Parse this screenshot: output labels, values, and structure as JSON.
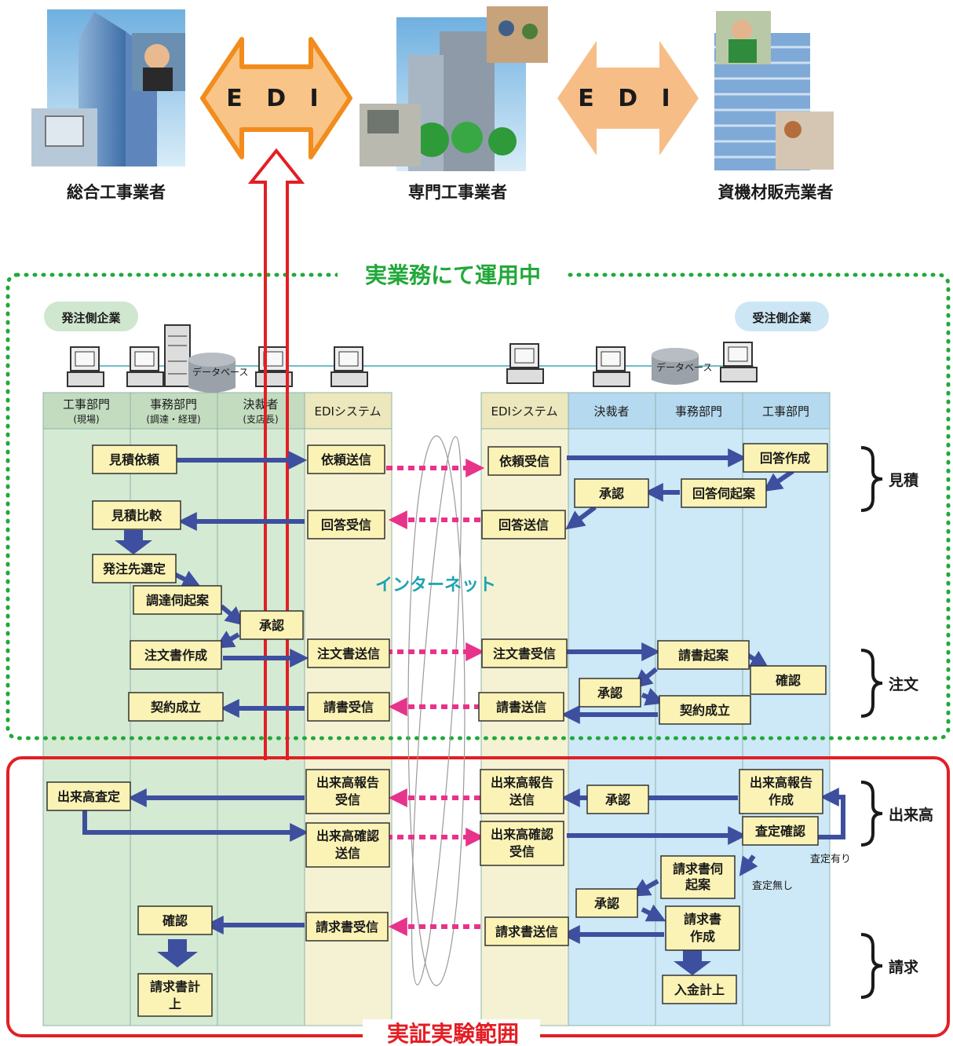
{
  "top": {
    "edi_left": "E D I",
    "edi_right": "E D I",
    "party_general": "総合工事業者",
    "party_specialist": "専門工事業者",
    "party_materials": "資機材販売業者"
  },
  "regions": {
    "operating_label": "実業務にて運用中",
    "experiment_label": "実証実験範囲",
    "orderer_label": "発注側企業",
    "receiver_label": "受注側企業",
    "database_left": "データベース",
    "database_right": "データベース",
    "internet_label": "インターネット"
  },
  "lanes": {
    "left": [
      {
        "title": "工事部門",
        "sub": "(現場)"
      },
      {
        "title": "事務部門",
        "sub": "(調達・経理)"
      },
      {
        "title": "決裁者",
        "sub": "(支店長)"
      },
      {
        "title": "EDIシステム",
        "sub": ""
      }
    ],
    "right": [
      {
        "title": "EDIシステム"
      },
      {
        "title": "決裁者"
      },
      {
        "title": "事務部門"
      },
      {
        "title": "工事部門"
      }
    ]
  },
  "boxes": {
    "mitsumori_irai": "見積依頼",
    "irai_soushin": "依頼送信",
    "irai_jushin": "依頼受信",
    "kaitou_sakusei": "回答作成",
    "shounin_1": "承認",
    "kaitou_ukagai": "回答伺起案",
    "mitsumori_hikaku": "見積比較",
    "kaitou_jushin": "回答受信",
    "kaitou_soushin": "回答送信",
    "hacchusaki": "発注先選定",
    "choutatsu_ukagai": "調達伺起案",
    "shounin_2": "承認",
    "chuumonsho_sakusei": "注文書作成",
    "chuumonsho_soushin": "注文書送信",
    "chuumonsho_jushin": "注文書受信",
    "ukesho_kian": "請書起案",
    "kakunin_1": "確認",
    "shounin_3": "承認",
    "keiyaku_l": "契約成立",
    "ukesho_jushin": "請書受信",
    "ukesho_soushin": "請書送信",
    "keiyaku_r": "契約成立",
    "dekidaka_satei": "出来高査定",
    "dekidaka_houkoku_jushin": [
      "出来高報告",
      "受信"
    ],
    "dekidaka_houkoku_soushin": [
      "出来高報告",
      "送信"
    ],
    "shounin_4": "承認",
    "dekidaka_houkoku_sakusei": [
      "出来高報告",
      "作成"
    ],
    "dekidaka_kakunin_soushin": [
      "出来高確認",
      "送信"
    ],
    "dekidaka_kakunin_jushin": [
      "出来高確認",
      "受信"
    ],
    "satei_kakunin": "査定確認",
    "seikyusho_ukagai": [
      "請求書伺",
      "起案"
    ],
    "shounin_5": "承認",
    "kakunin_2": "確認",
    "seikyusho_jushin": "請求書受信",
    "seikyusho_soushin": "請求書送信",
    "seikyusho_sakusei": [
      "請求書",
      "作成"
    ],
    "seikyusho_keijou": [
      "請求書計",
      "上"
    ],
    "nyuukin_keijou": "入金計上"
  },
  "notes": {
    "satei_ari": "査定有り",
    "satei_nashi": "査定無し"
  },
  "phases": {
    "mitsumori": "見積",
    "chuumon": "注文",
    "dekidaka": "出来高",
    "seikyu": "請求"
  },
  "colors": {
    "green_lane": "#d4ead3",
    "yellow_lane": "#f5f2d4",
    "blue_lane": "#cde8f6",
    "box_fill": "#fbf3b5",
    "arrow_blue": "#3d4f9e",
    "arrow_pink": "#e8338a",
    "dotted_green": "#22a83a",
    "frame_red": "#e31e24",
    "edi_orange": "#f5a44a",
    "internet_teal": "#1ea3b2"
  }
}
